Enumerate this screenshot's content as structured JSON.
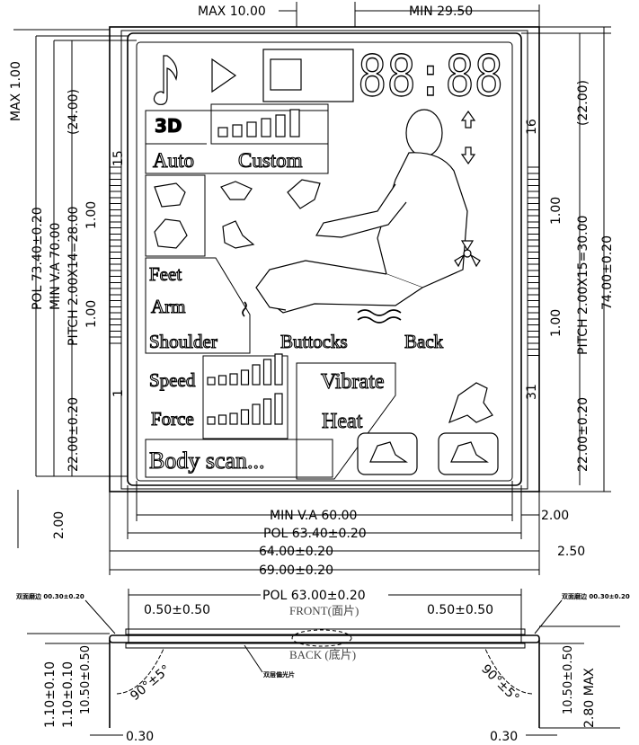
{
  "top_dims": {
    "max_10": "MAX 10.00",
    "min_29": "MIN 29.50"
  },
  "left_dims": {
    "max_1": "MAX 1.00",
    "pol": "POL 73.40±0.20",
    "min_va": "MIN V.A 70.00",
    "paren_24": "(24.00)",
    "pitch": "PITCH 2.00X14=28.00",
    "pin_w_top": "1.00",
    "pin_w_bottom": "1.00",
    "offset": "22.00±0.20",
    "pin_15": "15",
    "pin_1": "1",
    "bottom_2": "2.00"
  },
  "right_dims": {
    "paren_22": "(22.00)",
    "pin_16": "16",
    "pin_w_top": "1.00",
    "pitch": "PITCH 2.00X15=30.00",
    "overall": "74.00±0.20",
    "pin_w_bottom": "1.00",
    "offset": "22.00±0.20",
    "pin_31": "31"
  },
  "bottom_dims": {
    "min_va": "MIN V.A 60.00",
    "right_2": "2.00",
    "pol": "POL 63.40±0.20",
    "glass": "64.00±0.20",
    "right_2_5": "2.50",
    "overall": "69.00±0.20"
  },
  "lcd": {
    "digits": "88:88",
    "mode_3d": "3D",
    "auto": "Auto",
    "custom": "Custom",
    "feet": "Feet",
    "arm": "Arm",
    "shoulder": "Shoulder",
    "buttocks": "Buttocks",
    "back": "Back",
    "speed": "Speed",
    "force": "Force",
    "vibrate": "Vibrate",
    "heat": "Heat",
    "body_scan": "Body scan...",
    "icons": [
      "music-note-icon",
      "play-icon",
      "square-icon",
      "massage-hand-icons",
      "seated-person-icon",
      "recline-icons",
      "arrow-up-icon",
      "arrow-down-icon",
      "fan-icon",
      "heat-wave-icon"
    ]
  },
  "side_view": {
    "pol": "POL 63.00±0.20",
    "left_offset": "0.50±0.50",
    "right_offset": "0.50±0.50",
    "front": "FRONT(面片)",
    "back": "BACK (底片)",
    "edge_left": "双面磨边 00.30±0.20",
    "edge_right": "双面磨边 00.30±0.20",
    "polarizer": "双层偏光片",
    "angle_left": "90°±5°",
    "angle_right": "90°±5°",
    "left_t1": "1.10±0.10",
    "left_t2": "1.10±0.10",
    "left_pin": "10.50±0.50",
    "right_pin": "10.50±0.50",
    "right_max": "2.80 MAX",
    "left_pin_w": "0.30",
    "right_pin_w": "0.30"
  }
}
